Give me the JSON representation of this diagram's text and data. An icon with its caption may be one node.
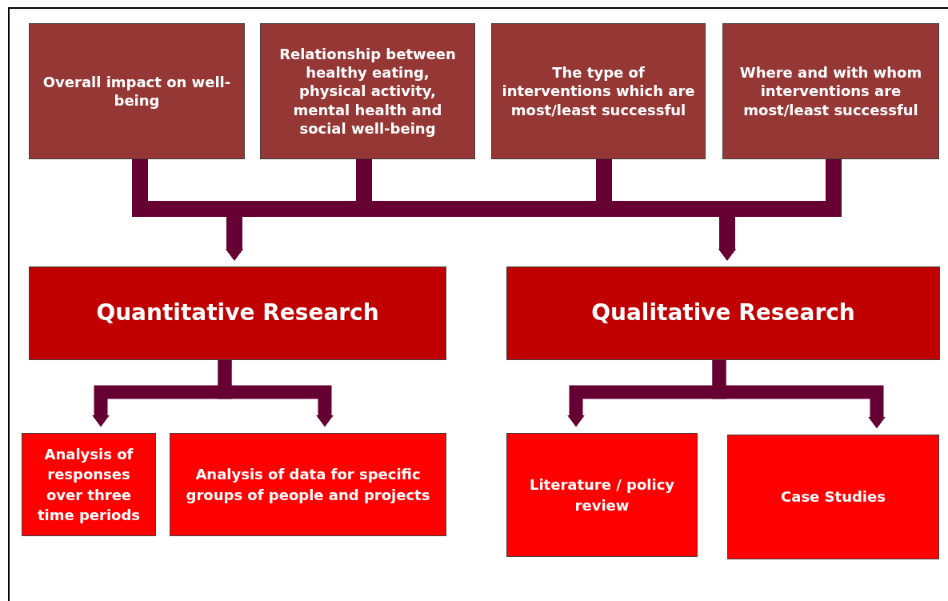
{
  "diagram": {
    "nodes": [
      {
        "text": [
          "Overall impact on well-being"
        ]
      },
      {
        "text": [
          "Relationship between healthy eating, physical activity, mental health and social well-being"
        ]
      },
      {
        "text": [
          "The type of interventions which are most/least successful"
        ]
      },
      {
        "text": [
          "Where and with whom interventions are most/least successful"
        ]
      },
      {
        "text": [
          "Quantitative Research"
        ]
      },
      {
        "text": [
          "Qualitative Research"
        ]
      },
      {
        "text": [
          "Analysis of responses over three time periods"
        ]
      },
      {
        "text": [
          "Analysis of data for specific groups of people and projects"
        ]
      },
      {
        "text": [
          "Literature / policy review"
        ]
      },
      {
        "text": [
          "Case Studies"
        ]
      }
    ],
    "edges": [
      {
        "from": 0,
        "to": 4,
        "arrow": "to"
      },
      {
        "from": 1,
        "to": 4,
        "arrow": "to"
      },
      {
        "from": 2,
        "to": 4,
        "arrow": "to"
      },
      {
        "from": 3,
        "to": 4,
        "arrow": "to"
      },
      {
        "from": 0,
        "to": 5,
        "arrow": "to"
      },
      {
        "from": 1,
        "to": 5,
        "arrow": "to"
      },
      {
        "from": 2,
        "to": 5,
        "arrow": "to"
      },
      {
        "from": 3,
        "to": 5,
        "arrow": "to"
      },
      {
        "from": 4,
        "to": 6,
        "arrow": "to"
      },
      {
        "from": 4,
        "to": 7,
        "arrow": "to"
      },
      {
        "from": 5,
        "to": 8,
        "arrow": "to"
      },
      {
        "from": 5,
        "to": 9,
        "arrow": "to"
      }
    ]
  }
}
